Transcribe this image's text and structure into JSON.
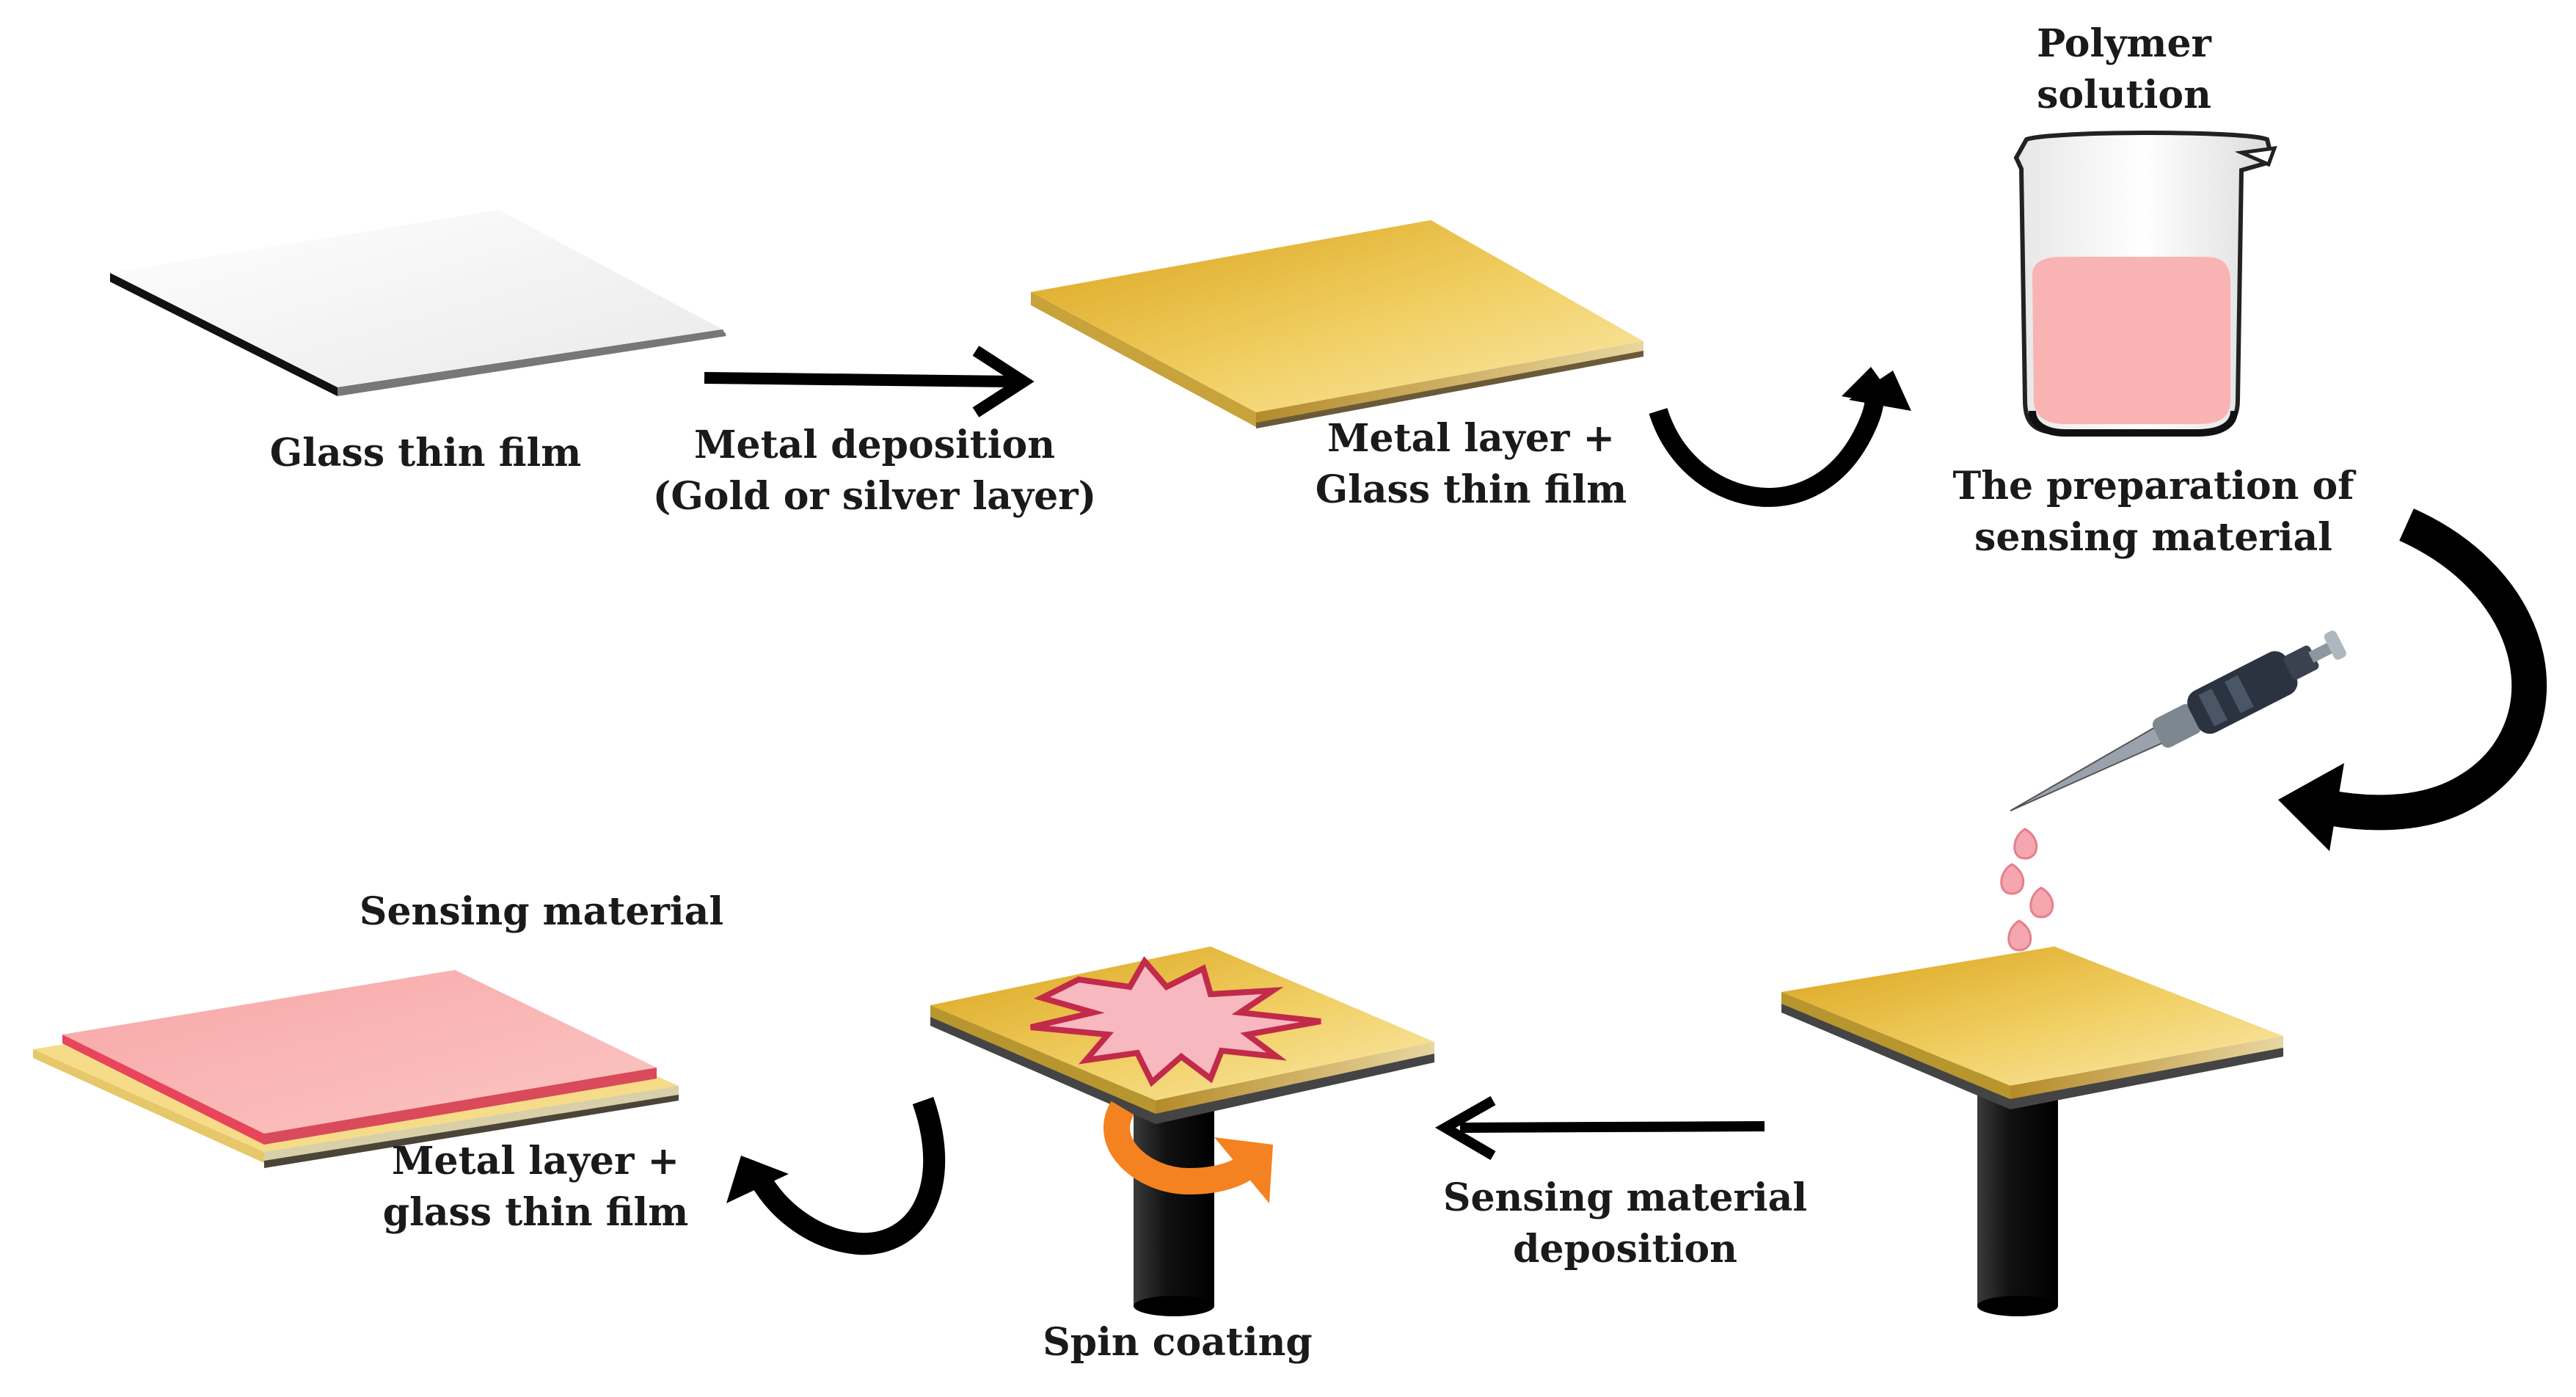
{
  "labels": {
    "glass_thin_film": "Glass thin film",
    "metal_deposition": [
      "Metal deposition",
      "(Gold or silver layer)"
    ],
    "metal_layer_glass": [
      "Metal layer +",
      "Glass thin film"
    ],
    "polymer_solution": [
      "Polymer",
      "solution"
    ],
    "preparation": [
      "The preparation of",
      "sensing material"
    ],
    "sensing_material": "Sensing material",
    "metal_layer_glass_bottom": [
      "Metal layer +",
      "glass thin film"
    ],
    "spin_coating": "Spin coating",
    "sensing_deposition": [
      "Sensing material",
      "deposition"
    ]
  },
  "colors": {
    "gold_light": "#f7e39a",
    "gold_dark": "#d4a017",
    "glass": "#f4f4f4",
    "edge_dark": "#1a1a1a",
    "polymer_pink": "#f9b3b3",
    "droplet_pink": "#f49aa6",
    "star_pink": "#f7b8c0",
    "star_edge": "#c22a4a",
    "spin_arrow": "#f58220",
    "stand": "#111111",
    "arrow": "#000000"
  },
  "icons": [
    "beaker-icon",
    "pipette-icon",
    "spin-arrow-icon",
    "curved-arrow-icon",
    "straight-arrow-icon",
    "droplet-icon",
    "sensing-star-icon"
  ]
}
